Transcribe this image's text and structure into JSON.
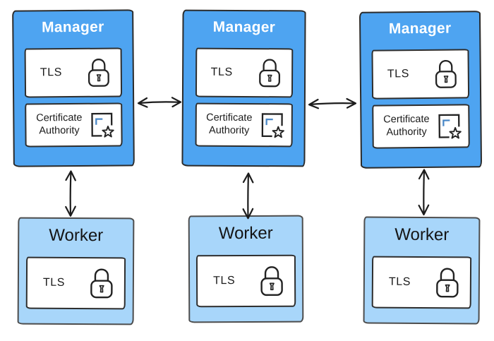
{
  "diagram": {
    "colors": {
      "manager_fill": "#4EA4F1",
      "worker_fill": "#A8D6FA",
      "node_border": "#2B2B2B",
      "manager_title_color": "#FFFFFF",
      "worker_title_color": "#141414",
      "subbox_fill": "#FFFFFF",
      "arrow_color": "#1C1C1C",
      "ca_corner_mark_color": "#4A88C7",
      "background": "#FFFFFF"
    },
    "managers": [
      {
        "title": "Manager",
        "tls_label": "TLS",
        "ca_label": "Certificate Authority"
      },
      {
        "title": "Manager",
        "tls_label": "TLS",
        "ca_label": "Certificate Authority"
      },
      {
        "title": "Manager",
        "tls_label": "TLS",
        "ca_label": "Certificate Authority"
      }
    ],
    "workers": [
      {
        "title": "Worker",
        "tls_label": "TLS"
      },
      {
        "title": "Worker",
        "tls_label": "TLS"
      },
      {
        "title": "Worker",
        "tls_label": "TLS"
      }
    ],
    "icons": {
      "tls": "lock-icon",
      "certificate_authority": "certificate-star-icon"
    },
    "arrows": {
      "manager_to_manager": "bidirectional",
      "manager_to_worker": "bidirectional",
      "count_horizontal": 2,
      "count_vertical": 3
    }
  }
}
